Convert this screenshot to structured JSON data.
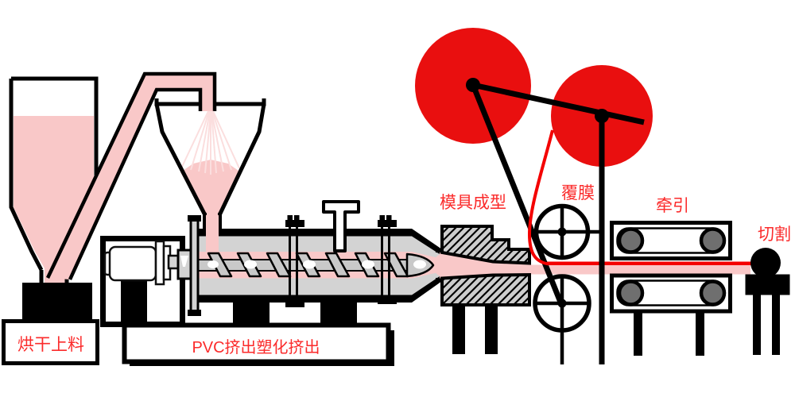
{
  "labels": {
    "drying_feeding": "烘干上料",
    "extrusion": "PVC挤出塑化挤出",
    "die_forming": "模具成型",
    "laminating": "覆膜",
    "traction": "牵引",
    "cutting": "切割"
  },
  "colors": {
    "label_red": "#fb2b2b",
    "roll_red": "#e90f0f",
    "film_red": "#f40000",
    "material_pink": "#f9c8c8",
    "spray_pink": "#fbdede",
    "metal_gray": "#d3d3d3",
    "screw_gray": "#c9c9c9",
    "roller_gray": "#6f6f6f"
  }
}
